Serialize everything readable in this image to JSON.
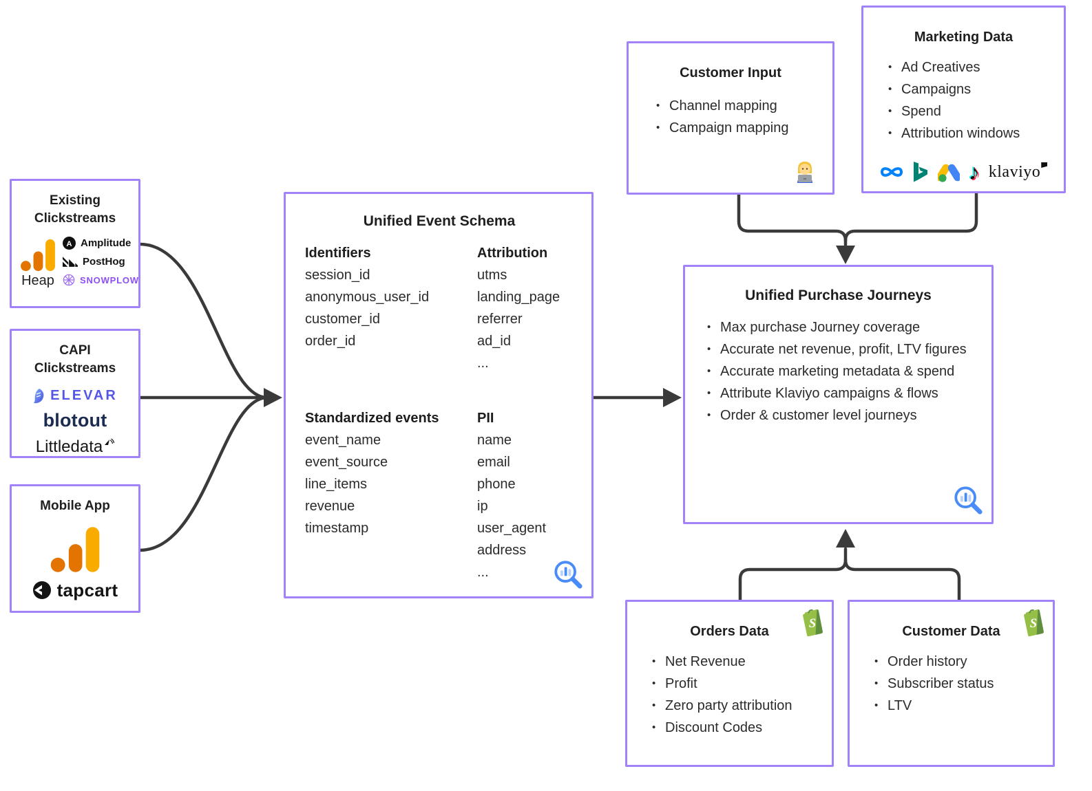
{
  "colors": {
    "box_border": "#a182f8",
    "arrow": "#3a3a3a",
    "snowplow_purple": "#8e4ff5",
    "elevar_indigo": "#5457e6",
    "blotout_navy": "#1c2b50",
    "ga_amber": "#F9AB00",
    "ga_orange": "#E37400",
    "shopify_green": "#95BF47",
    "shopify_dark_green": "#5E8E3E",
    "meta_blue": "#0082FB",
    "bing_teal": "#008373",
    "google_ads_yellow": "#FBBC04",
    "google_ads_blue": "#4285F4",
    "google_ads_green": "#34A853",
    "magnifier_blue": "#4a8cf7",
    "magnifier_light_blue": "#b9d2fb"
  },
  "icons": {
    "google_analytics": "orange bar-chart logo",
    "amplitude": "black circle A logo",
    "posthog": "black diagonal-stripes logo",
    "snowplow": "purple wireframe snowflake",
    "elevar": "indigo flame mark",
    "littledata_wing": "black wing with signal",
    "tapcart": "black round mark",
    "meta": "blue infinity",
    "bing": "teal b mark",
    "google_ads": "yellow-blue-green triangle",
    "tiktok": "music note",
    "klaviyo_flag": "black flag",
    "shopify": "green shopping bag with S",
    "magnifier_chart": "blue magnifier with bar chart",
    "woman_technologist": "woman at laptop emoji"
  },
  "existing": {
    "title": "Existing Clickstreams",
    "heap": "Heap",
    "amplitude": "Amplitude",
    "posthog": "PostHog",
    "snowplow": "SNOWPLOW"
  },
  "capi": {
    "title": "CAPI Clickstreams",
    "elevar": "ELEVAR",
    "blotout": "blotout",
    "littledata": "Littledata"
  },
  "mobile": {
    "title": "Mobile App",
    "tapcart": "tapcart"
  },
  "schema": {
    "title": "Unified Event Schema",
    "identifiers": {
      "heading": "Identifiers",
      "items": [
        "session_id",
        "anonymous_user_id",
        "customer_id",
        "order_id"
      ]
    },
    "attribution": {
      "heading": "Attribution",
      "items": [
        "utms",
        "landing_page",
        "referrer",
        "ad_id",
        "..."
      ]
    },
    "events": {
      "heading": "Standardized events",
      "items": [
        "event_name",
        "event_source",
        "line_items",
        "revenue",
        "timestamp"
      ]
    },
    "pii": {
      "heading": "PII",
      "items": [
        "name",
        "email",
        "phone",
        "ip",
        "user_agent",
        "address",
        "..."
      ]
    }
  },
  "customer_input": {
    "title": "Customer Input",
    "items": [
      "Channel mapping",
      "Campaign mapping"
    ]
  },
  "marketing": {
    "title": "Marketing Data",
    "items": [
      "Ad Creatives",
      "Campaigns",
      "Spend",
      "Attribution windows"
    ],
    "klaviyo": "klaviyo",
    "tiktok_note": "♪"
  },
  "journeys": {
    "title": "Unified Purchase Journeys",
    "items": [
      "Max purchase Journey coverage",
      "Accurate net revenue, profit, LTV figures",
      "Accurate marketing metadata & spend",
      "Attribute Klaviyo campaigns & flows",
      "Order & customer level journeys"
    ]
  },
  "orders": {
    "title": "Orders Data",
    "items": [
      "Net Revenue",
      "Profit",
      "Zero party attribution",
      "Discount Codes"
    ]
  },
  "customer_data": {
    "title": "Customer Data",
    "items": [
      "Order history",
      "Subscriber status",
      "LTV"
    ]
  }
}
